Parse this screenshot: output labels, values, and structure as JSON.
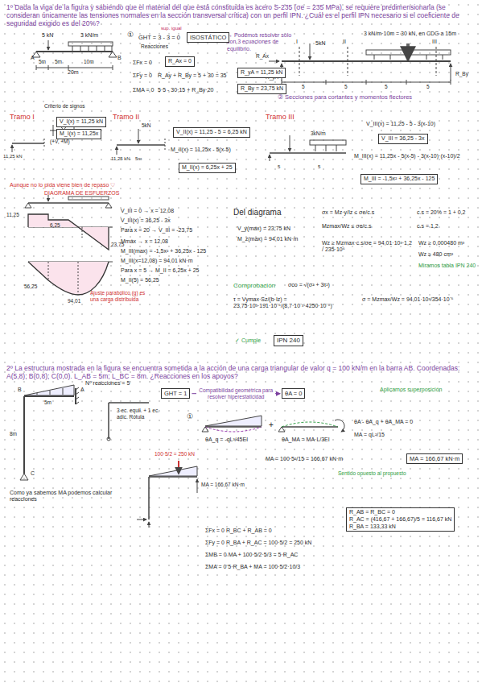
{
  "diagram": {
    "nodes": [
      {
        "text": [
          "ISOSTÁTICO"
        ]
      },
      {
        "text": [
          "R_Ax = 0"
        ]
      },
      {
        "text": [
          "R_yA = 11,25 kN"
        ]
      },
      {
        "text": [
          "R_By = 23,75 kN"
        ]
      },
      {
        "text": [
          "V_I(x) = 11,25 kN"
        ]
      },
      {
        "text": [
          "M_I(x) = 11,25x"
        ]
      },
      {
        "text": [
          "V_II(x) = 11,25 - 5 = 6,25 kN"
        ]
      },
      {
        "text": [
          "M_II(x) = 6,25x + 25"
        ]
      },
      {
        "text": [
          "V_III = 36,25 - 3x"
        ]
      },
      {
        "text": [
          "M_III = -1,5x² + 36,25x - 125"
        ]
      },
      {
        "text": [
          "IPN 240"
        ]
      },
      {
        "text": [
          "GHT = 1"
        ]
      },
      {
        "text": [
          "θA = 0"
        ]
      },
      {
        "text": [
          "MA = 166,67 kN·m"
        ]
      },
      {
        "text": [
          "R_AB = R_BC = 0",
          "R_AC = (416,67 + 166,67)/5 = 116,67 kN",
          "R_BA = 133,33 kN"
        ]
      }
    ],
    "edges": [
      {
        "from": 11,
        "to": 12,
        "arrow": "to",
        "label": "Compatibilidad geométrica para resolver hiperestaticidad"
      }
    ],
    "labels": [
      "1º Dada la viga de la figura y sabiendo que el material del que está constituida es acero S-235 (σe = 235 MPa), se requiere predimensionarla (se consideran únicamente las tensiones normales en la sección transversal crítica) con un perfil IPN. ¿Cuál es el perfil IPN necesario si el coeficiente de seguridad exigido es del 20%?",
      "5 kN",
      "3 kN/m",
      "A",
      "5m",
      "5m",
      "10m",
      "B",
      "20m",
      "①",
      "GHT = 3 - 3 = 0",
      "Reacciones",
      "sup. igual",
      "→ Podemos resolver sólo con 3 ecuaciones de equilibrio.",
      "ΣFx = 0",
      "ΣFy = 0",
      "R_Ay + R_By = 5 + 30 = 35",
      "ΣMA = 0",
      "5·5 - 30·15 + R_By·20",
      "5kN",
      "3 kN/m·10m = 30 kN, en CDG a 15m",
      "I",
      "II",
      "III",
      "R_yA",
      "R_Ax",
      "R_By",
      "5",
      "5",
      "5",
      "5",
      "② Secciones para cortantes y momentos flectores",
      "Tramo I",
      "Criterio de signos",
      "(+V, +M)",
      "11,25 kN",
      "Tramo II",
      "5kN",
      "11,25 kN",
      "5m",
      "M_II(x) = 11,25x - 5(x-5)",
      "Tramo III",
      "3kN/m",
      "V_III(x) = 11,25 - 5 - 3(x-10)",
      "M_III(x) = 11,25x - 5(x-5) - 3(x-10)·(x-10)/2",
      "5",
      "5",
      "Aunque no lo pida viene bien de repaso ♡",
      "DIAGRAMA DE ESFUERZOS",
      "11,25",
      "6,25",
      "23,75",
      "56,25",
      "94,01",
      "Ajuste parabólico (g) es una carga distribuida",
      "V_III = 0 → x = 12,08",
      "V_III(x) = 36,25 - 3x",
      "Para x = 20 → V_III = -23,75",
      "Mmáx → x = 12,08",
      "M_III(max) = -1,5x² + 36,25x - 125",
      "M_III(x=12,08) = 94,01 kN·m",
      "Para x = 5 → M_II = 6,25x + 25",
      "M_II(5) = 56,25",
      "Del diagrama",
      "V_y(max) = 23,75 kN",
      "M_z(max) = 94,01 kN·m",
      "σx = Mz·y/Iz ≤ σe/c.s",
      "Mzmax/Wz ≤ σe/c.s",
      "c.s = 20% = 1 + 0,2",
      "c.s = 1,2",
      "Wz ≥ Mzmax·c.s/σe = 94,01·10³·1,2 / 235·10⁶",
      "Wz ≥ 0,000480 m³",
      "Wz ≥ 480 cm³",
      "Miramos tabla IPN 240",
      "Comprobación",
      "σco = √(σ² + 3τ²)",
      "τ = Vymax·Sz/(b·Iz) = 23,75·10³·191·10⁻⁶/(8,7·10⁻³·4250·10⁻⁸)",
      "σ = Mzmax/Wz = 94,01·10³/354·10⁻⁶",
      "✓ Cumple",
      "2º La estructura mostrada en la figura se encuentra sometida a la acción de una carga triangular de valor q = 100 kN/m en la barra AB. Coordenadas: A(5,8); B(0,8); C(0,0). L_AB = 5m; L_BC = 8m. ¿Reacciones en los apoyos?",
      "5m",
      "8m",
      "B",
      "A",
      "C",
      "Nº reacciones = 5",
      "Aplicamos superposición",
      "3 ec. equil. + 1 ec. adic. Rótula",
      "①",
      "θA - θA_q + θA_MA = 0",
      "θA_q = -qL³/45EI",
      "θA_MA = MA·L/3EI",
      "MA = qL²/15",
      "MA = 100·5²/15 = 166,67 kN·m",
      "Sentido opuesto al propuesto",
      "Como ya sabemos MA podemos calcular reacciones",
      "100·5/2 = 250 kN",
      "MA = 166,67 kN·m",
      "ΣFx = 0   R_BC + R_AB = 0",
      "ΣFy = 0   R_BA + R_AC = 100·5/2 = 250 kN",
      "ΣMB = 0   MA + 100·5/2·5/3 = 5·R_AC",
      "ΣMA = 0   5·R_BA + MA = 100·5/2·10/3",
      "+"
    ]
  }
}
